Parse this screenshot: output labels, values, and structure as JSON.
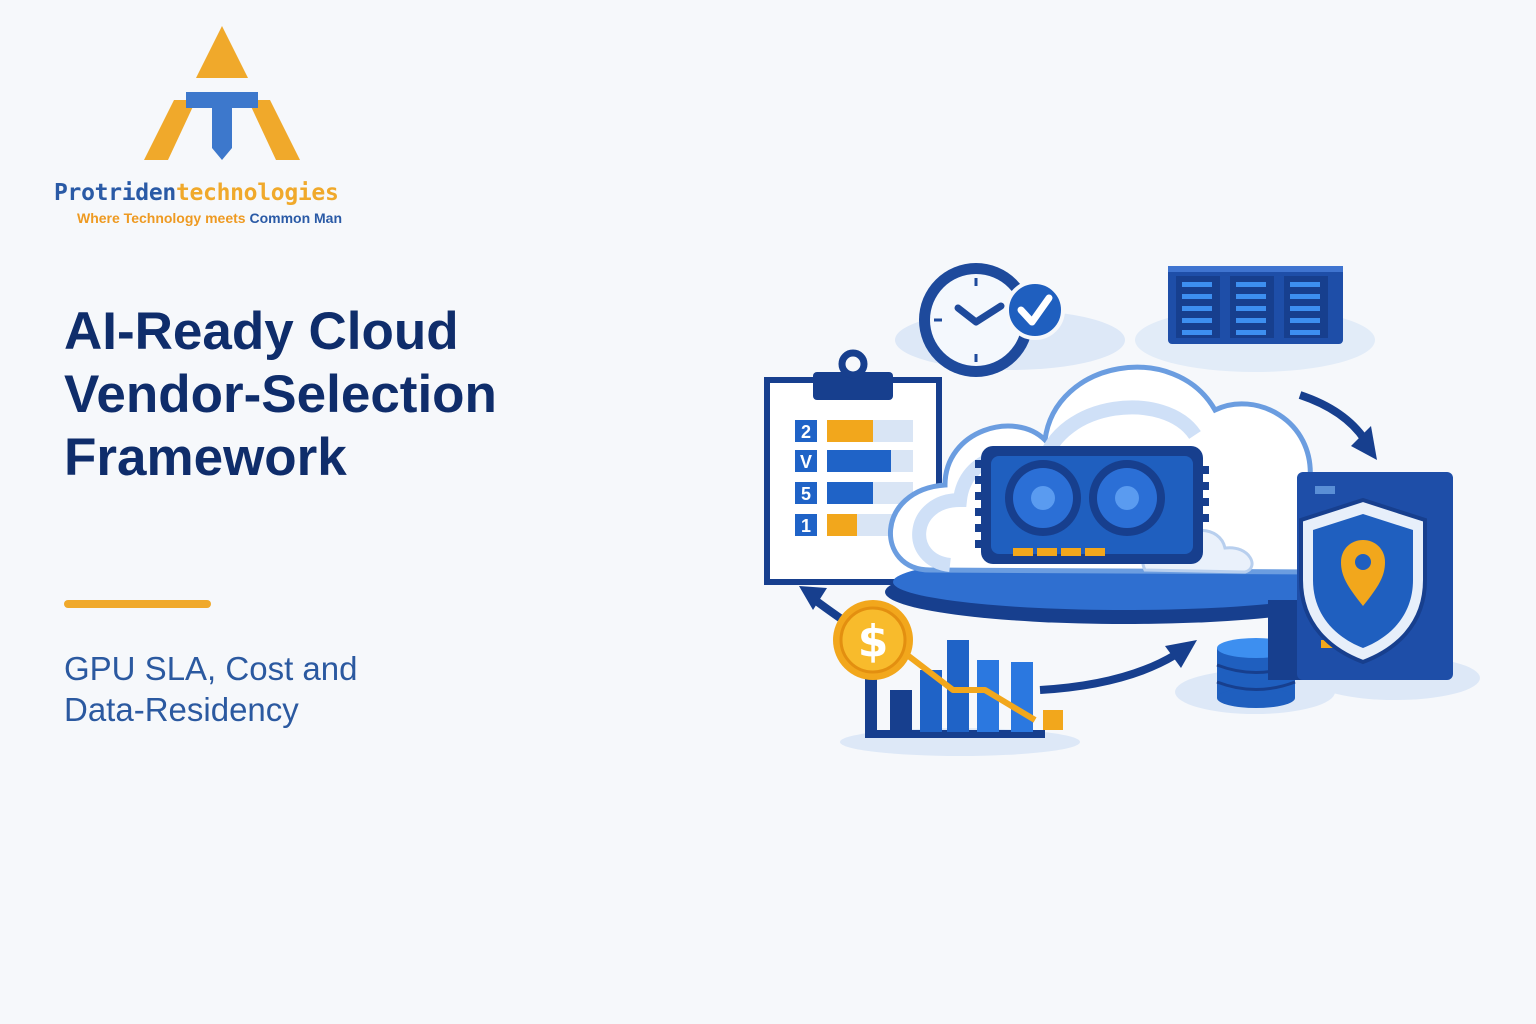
{
  "logo": {
    "name_part1": "Protriden",
    "name_part2": "technologies",
    "tagline_part1": "Where Technology meets ",
    "tagline_part2": "Common Man"
  },
  "title_lines": [
    "AI-Ready Cloud",
    "Vendor-Selection",
    "Framework"
  ],
  "subtitle_lines": [
    "GPU SLA, Cost and",
    "Data-Residency"
  ],
  "checklist_numbers": [
    "2",
    "V",
    "5",
    "1"
  ],
  "illustration_icons": [
    "clipboard-checklist-icon",
    "clock-icon",
    "checkmark-badge-icon",
    "server-rack-icon",
    "cloud-icon",
    "gpu-card-icon",
    "dollar-coin-icon",
    "bar-chart-icon",
    "database-icon",
    "security-shield-icon",
    "location-pin-icon"
  ],
  "colors": {
    "navy": "#0f2d6b",
    "blue": "#1f5fbf",
    "light_blue": "#cfe0f7",
    "orange": "#f0a92b",
    "background": "#f6f8fb"
  }
}
